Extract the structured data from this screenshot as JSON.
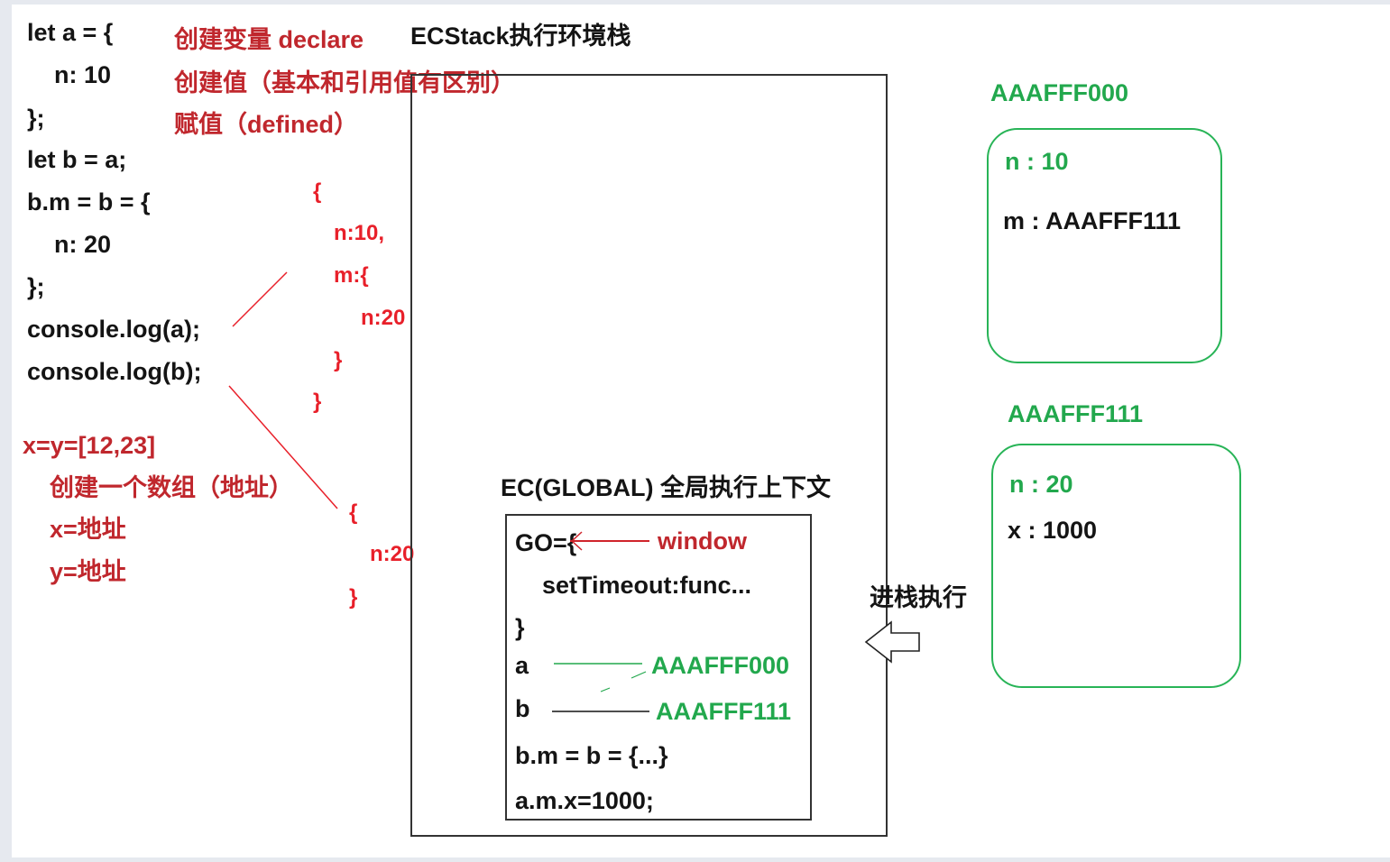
{
  "code": {
    "lines": [
      "let a = {",
      "n: 10",
      "};",
      "let b = a;",
      "b.m = b = {",
      "n: 20",
      "};",
      "console.log(a);",
      "console.log(b);"
    ]
  },
  "notes": {
    "steps": [
      "创建变量  declare",
      "创建值（基本和引用值有区别）",
      "赋值（defined）"
    ],
    "array": [
      "x=y=[12,23]",
      "创建一个数组（地址）",
      "x=地址",
      "y=地址"
    ]
  },
  "sketch": {
    "obj1": [
      "{",
      "n:10,",
      "m:{",
      "n:20",
      "}",
      "}"
    ],
    "obj2": [
      "{",
      "n:20",
      "}"
    ]
  },
  "ecstack": {
    "title": "ECStack执行环境栈",
    "ec_global_title": "EC(GLOBAL)  全局执行上下文",
    "go_label": "GO={",
    "window_label": "window",
    "settimeout_label": "setTimeout:func...",
    "close_brace": "}",
    "var_a": "a",
    "var_b": "b",
    "addr_a": "AAAFFF000",
    "addr_b": "AAAFFF111",
    "stmt1": "b.m = b = {...}",
    "stmt2": "a.m.x=1000;"
  },
  "heap": {
    "obj1_addr": "AAAFFF000",
    "obj1_n": "n : 10",
    "obj1_m": "m : AAAFFF111",
    "obj2_addr": "AAAFFF111",
    "obj2_n": "n : 20",
    "obj2_x": "x : 1000"
  },
  "push_label": "进栈执行",
  "colors": {
    "green": "#22a84d",
    "red": "#c0272d",
    "bright_red": "#e8202a",
    "text": "#141414"
  }
}
